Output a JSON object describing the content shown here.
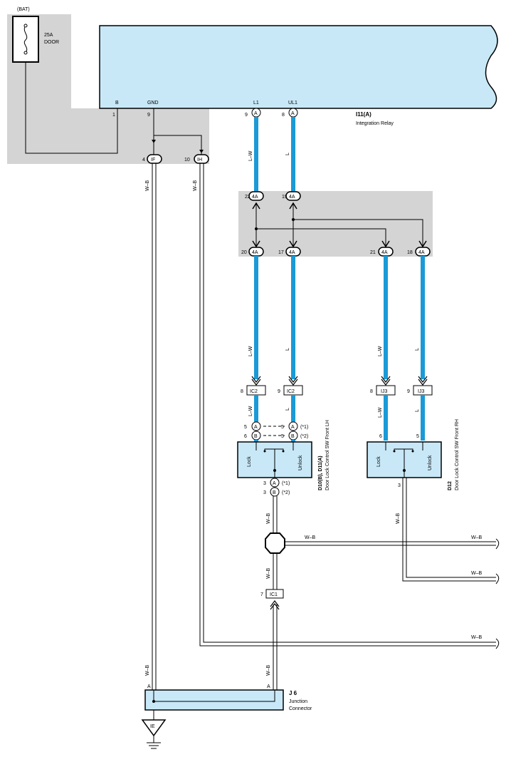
{
  "colors": {
    "gray_area": "#d4d4d4",
    "relay_fill": "#c8e8f7",
    "blue_wire": "#1a9ad6",
    "line": "#000000"
  },
  "power": {
    "bat_label": "(BAT)",
    "fuse_rating": "25A",
    "fuse_name": "DOOR"
  },
  "relay": {
    "code": "I11(A)",
    "name": "Integration Relay",
    "pins": {
      "b_label": "B",
      "b_no": "1",
      "gnd_label": "GND",
      "gnd_no": "9",
      "l1_label": "L1",
      "l1_no": "9",
      "ul1_label": "UL1",
      "ul1_no": "8",
      "conn": "A"
    }
  },
  "connectors": {
    "if": {
      "pin": "4",
      "code": "IF"
    },
    "ih": {
      "pin": "10",
      "code": "IH"
    },
    "j4a_top": [
      {
        "pin": "22",
        "code": "4A"
      },
      {
        "pin": "19",
        "code": "4A"
      }
    ],
    "j4a_bottom": [
      {
        "pin": "20",
        "code": "4A"
      },
      {
        "pin": "17",
        "code": "4A"
      },
      {
        "pin": "21",
        "code": "4A"
      },
      {
        "pin": "18",
        "code": "4A"
      }
    ],
    "ic2": [
      {
        "pin": "8",
        "code": "IC2"
      },
      {
        "pin": "9",
        "code": "IC2"
      }
    ],
    "ij3": [
      {
        "pin": "8",
        "code": "IJ3"
      },
      {
        "pin": "9",
        "code": "IJ3"
      }
    ],
    "ic1": {
      "pin": "7",
      "code": "IC1"
    }
  },
  "wire_colors": {
    "lw": "L–W",
    "l": "L",
    "wb": "W–B"
  },
  "switch_lh": {
    "code": "D10(B), D11(A)",
    "name": "Door Lock Control SW Front LH",
    "lock": "Lock",
    "unlock": "Unlock",
    "pin5": "5",
    "pin6": "6",
    "pin3": "3",
    "conn_a": "A",
    "conn_b": "B",
    "note1": "(*1)",
    "note2": "(*2)"
  },
  "switch_rh": {
    "code": "D12",
    "name": "Door Lock Control SW Front RH",
    "lock": "Lock",
    "unlock": "Unlock",
    "pin6": "6",
    "pin5": "5",
    "pin3": "3"
  },
  "junction": {
    "code": "J 6",
    "line1": "Junction",
    "line2": "Connector",
    "pin_a": "A"
  },
  "ground": {
    "code": "IE"
  }
}
